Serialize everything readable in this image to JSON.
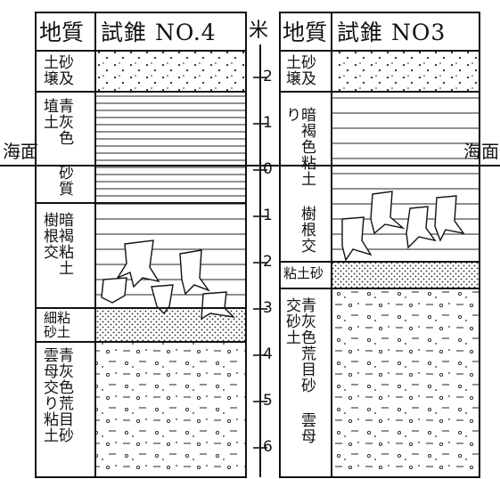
{
  "header": {
    "left_col_label": "地質",
    "left_borehole": "試錐 NO.4",
    "scale_unit": "米",
    "right_col_label": "地質",
    "right_borehole": "試錐 NO3"
  },
  "sea_level_label_left": "海面",
  "sea_level_label_right": "海面",
  "depth_ticks": [
    "2",
    "1",
    "0",
    "1",
    "2",
    "3",
    "4",
    "5",
    "6"
  ],
  "left_layers": [
    {
      "label": "砂及 土壌",
      "pattern": "dots"
    },
    {
      "label": "青灰色 砂質埴土",
      "pattern": "lines-dense"
    },
    {
      "label": "暗褐粘土 樹根交",
      "pattern": "lines-wide"
    },
    {
      "label": "粘土 細砂",
      "pattern": "fine-dots"
    },
    {
      "label": "青灰色荒目砂 雲母交り粘土",
      "pattern": "dashes-circles"
    }
  ],
  "right_layers": [
    {
      "label": "砂及 土壌",
      "pattern": "dots"
    },
    {
      "label": "暗褐色粘土 樹根交り",
      "pattern": "lines"
    },
    {
      "label": "粘土砂",
      "pattern": "fine-dots"
    },
    {
      "label": "青灰色荒目砂 雲母交砂土",
      "pattern": "dashes-circles"
    }
  ]
}
